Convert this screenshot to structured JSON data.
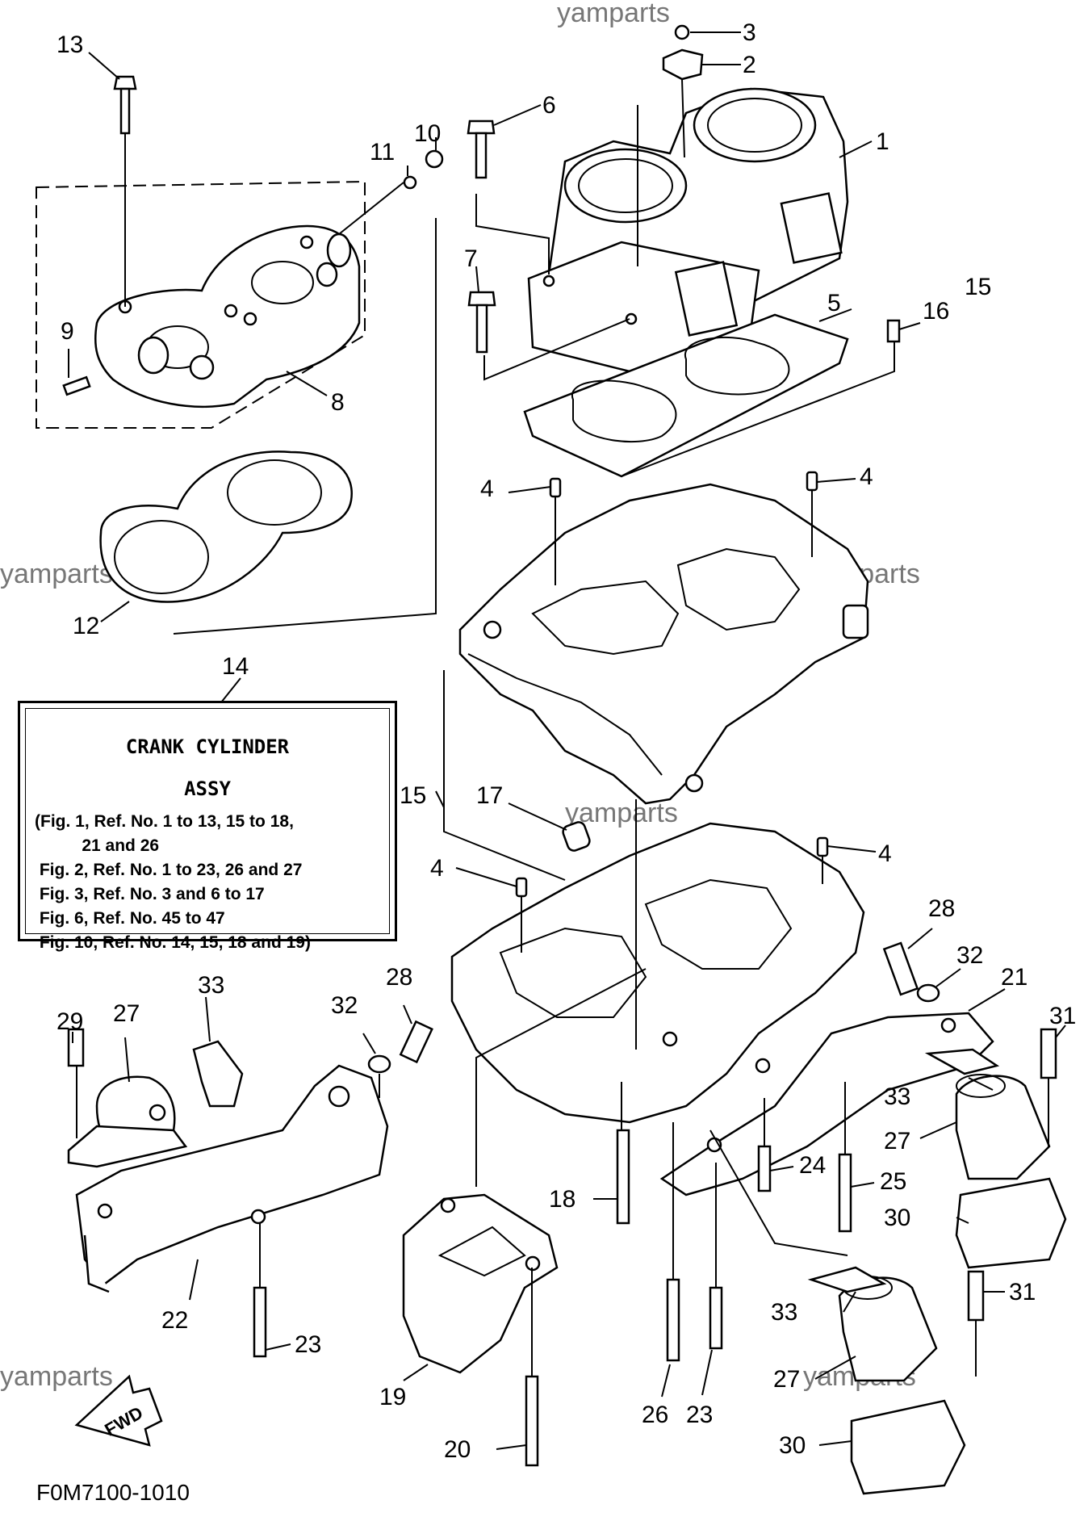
{
  "watermark": "yamparts",
  "diagram_code": "F0M7100-1010",
  "info_box": {
    "title_line1": "CRANK CYLINDER",
    "title_line2": "ASSY",
    "refs": [
      "(Fig. 1, Ref. No. 1 to 13, 15 to 18,",
      "          21 and 26",
      " Fig. 2, Ref. No. 1 to 23, 26 and 27",
      " Fig. 3, Ref. No. 3 and 6 to 17",
      " Fig. 6, Ref. No. 45 to 47",
      " Fig. 10, Ref. No. 14, 15, 18 and 19)"
    ]
  },
  "fwd_label": "FWD",
  "callouts": {
    "c1": "1",
    "c2": "2",
    "c3": "3",
    "c4a": "4",
    "c4b": "4",
    "c4c": "4",
    "c4d": "4",
    "c5": "5",
    "c6": "6",
    "c7": "7",
    "c8": "8",
    "c9": "9",
    "c10": "10",
    "c11": "11",
    "c12": "12",
    "c13": "13",
    "c14": "14",
    "c15a": "15",
    "c15b": "15",
    "c16": "16",
    "c17": "17",
    "c18": "18",
    "c19": "19",
    "c20": "20",
    "c21": "21",
    "c22": "22",
    "c23a": "23",
    "c23b": "23",
    "c24": "24",
    "c25": "25",
    "c26": "26",
    "c27a": "27",
    "c27b": "27",
    "c27c": "27",
    "c28a": "28",
    "c28b": "28",
    "c29": "29",
    "c30a": "30",
    "c30b": "30",
    "c31a": "31",
    "c31b": "31",
    "c32a": "32",
    "c32b": "32",
    "c33a": "33",
    "c33b": "33",
    "c33c": "33"
  }
}
